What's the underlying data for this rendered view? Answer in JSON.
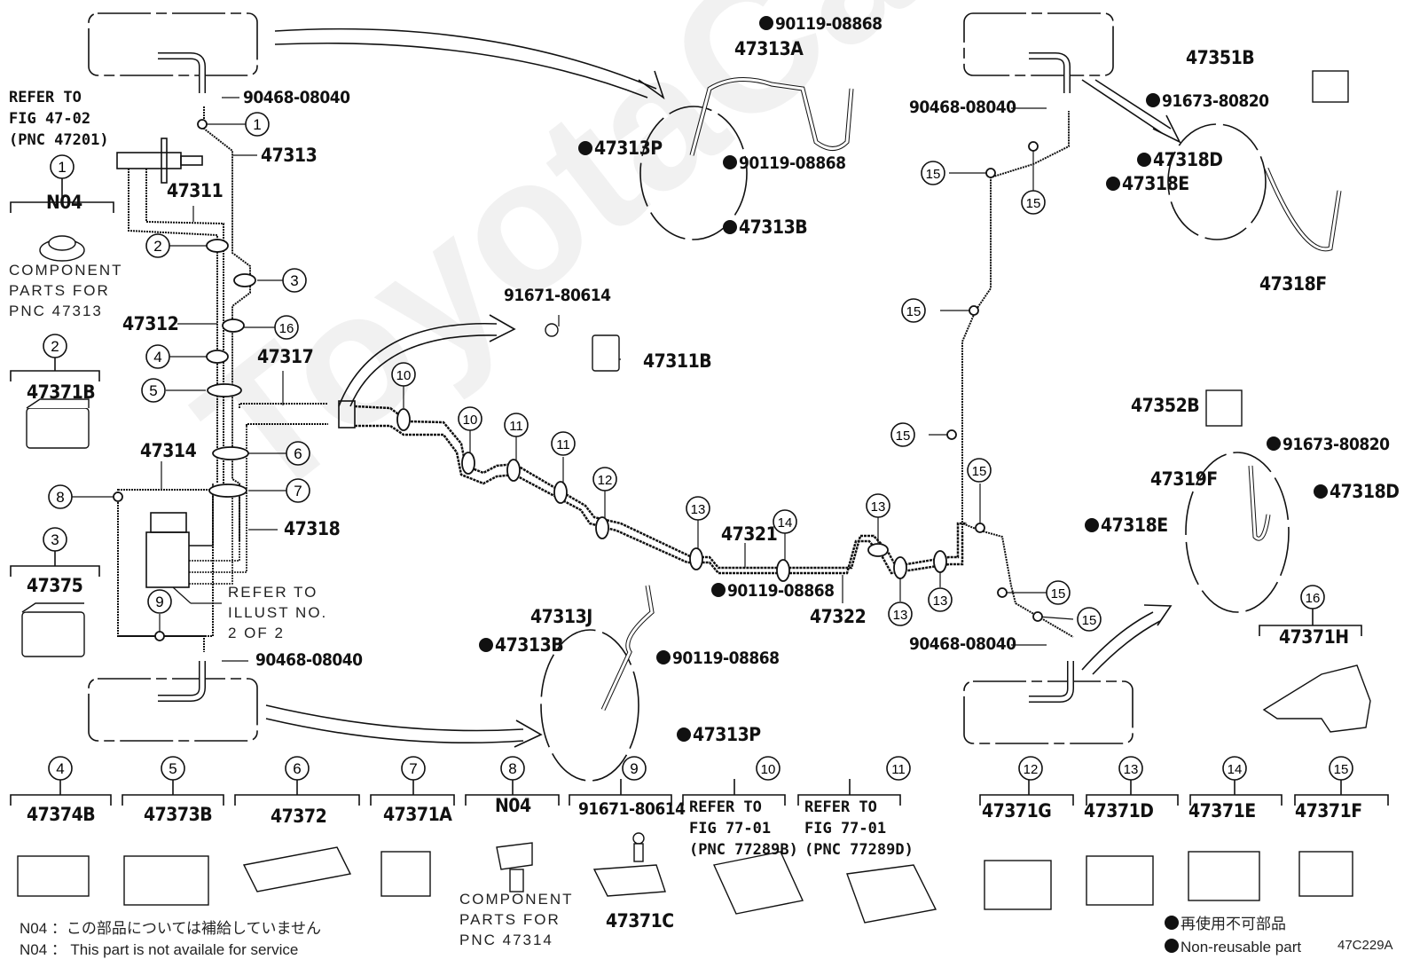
{
  "figure_id": "47C229A",
  "watermark": "ToyotaCarMine.ru",
  "main_labels": {
    "p47313": "47313",
    "p47311": "47311",
    "p47312": "47312",
    "p47317": "47317",
    "p47314": "47314",
    "p47318": "47318",
    "p47321": "47321",
    "p47322": "47322",
    "clip_top_left": "90468-08040",
    "clip_bottom_left": "90468-08040",
    "clip_top_right": "90468-08040",
    "clip_bottom_right": "90468-08040",
    "refer_fig_47_02": "REFER TO\nFIG 47-02\n(PNC 47201)",
    "refer_illust": "REFER TO\nILLUST NO.\n2 OF 2"
  },
  "detail_top_center": {
    "bolt_top": "90119-08868",
    "hose": "47313A",
    "nut": "47313P",
    "bolt_mid": "90119-08868",
    "bolt_bottom": "47313B"
  },
  "detail_bracket": {
    "bolt": "91671-80614",
    "bracket": "47311B"
  },
  "detail_bottom_center": {
    "bolt_top": "90119-08868",
    "hose": "47313J",
    "bolt_left": "47313B",
    "bolt_mid": "90119-08868",
    "nut": "47313P"
  },
  "detail_top_right": {
    "bracket": "47351B",
    "bolt": "91673-80820",
    "bolt2": "47318D",
    "nut": "47318E",
    "hose": "47318F"
  },
  "detail_mid_right": {
    "bracket": "47352B",
    "bolt": "91673-80820",
    "hose": "47319F",
    "bolt2": "47318D",
    "nut": "47318E"
  },
  "left_legend": [
    {
      "num": "1",
      "part": "N04",
      "note": "COMPONENT\nPARTS FOR\nPNC 47313"
    },
    {
      "num": "2",
      "part": "47371B"
    },
    {
      "num": "3",
      "part": "47375"
    }
  ],
  "right_legend": [
    {
      "num": "16",
      "part": "47371H"
    }
  ],
  "bottom_legend": [
    {
      "num": "4",
      "part": "47374B"
    },
    {
      "num": "5",
      "part": "47373B"
    },
    {
      "num": "6",
      "part": "47372"
    },
    {
      "num": "7",
      "part": "47371A"
    },
    {
      "num": "8",
      "part": "N04",
      "note": "COMPONENT\nPARTS FOR\nPNC 47314"
    },
    {
      "num": "9",
      "part": "91671-80614",
      "sub": "47371C"
    },
    {
      "num": "10",
      "part": "REFER TO\nFIG 77-01\n(PNC 77289B)"
    },
    {
      "num": "11",
      "part": "REFER TO\nFIG 77-01\n(PNC 77289D)"
    },
    {
      "num": "12",
      "part": "47371G"
    },
    {
      "num": "13",
      "part": "47371D"
    },
    {
      "num": "14",
      "part": "47371E"
    },
    {
      "num": "15",
      "part": "47371F"
    }
  ],
  "callouts": {
    "c1": "1",
    "c2": "2",
    "c3": "3",
    "c16": "16",
    "c4": "4",
    "c5": "5",
    "c6": "6",
    "c7": "7",
    "c8": "8",
    "c9": "9",
    "c10a": "10",
    "c10b": "10",
    "c11a": "11",
    "c11b": "11",
    "c12": "12",
    "c13a": "13",
    "c14": "14",
    "c13b": "13",
    "c13c": "13",
    "c13d": "13",
    "c15a": "15",
    "c15b": "15",
    "c15c": "15",
    "c15d": "15",
    "c15e": "15",
    "c15f": "15",
    "c15g": "15"
  },
  "footnotes": {
    "n04_jp": "N04 ：この部品については補給していません",
    "n04_en": "N04 ： This part is not availale for service",
    "nonreuse_jp": "再使用不可部品",
    "nonreuse_en": "Non-reusable part",
    "figure_code": "47C229A"
  }
}
